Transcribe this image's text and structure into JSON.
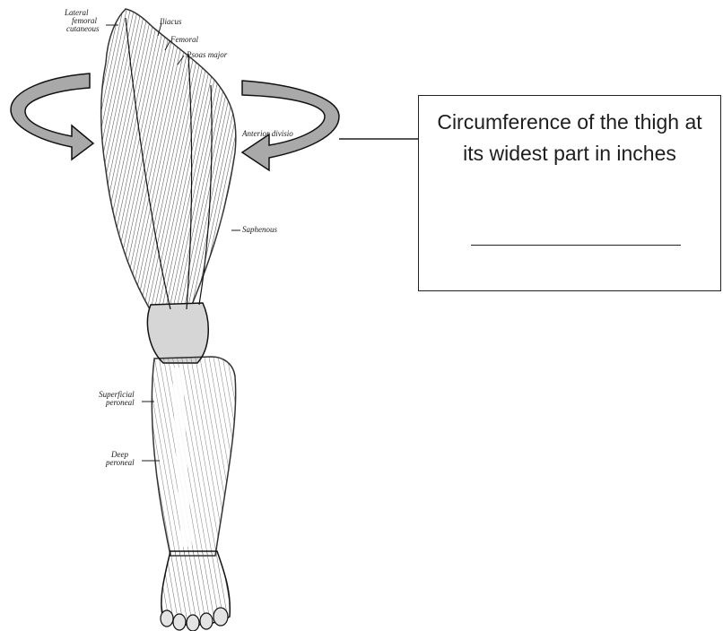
{
  "labels": {
    "lateral_femoral_cutaneous": [
      "Lateral",
      "femoral",
      "cutaneous"
    ],
    "ilioacus": "Iliacus",
    "femoral": "Femoral",
    "psoas_major": "Psoas major",
    "anterior_division": "Anterior divisio",
    "saphenous": "Saphenous",
    "superficial_peroneal": [
      "Superficial",
      "peroneal"
    ],
    "deep_peroneal": [
      "Deep",
      "peroneal"
    ]
  },
  "callout": {
    "text": "Circumference of the thigh at its widest part in inches"
  },
  "colors": {
    "arrow_fill": "#a9a9a9",
    "line": "#1e1e1e"
  }
}
